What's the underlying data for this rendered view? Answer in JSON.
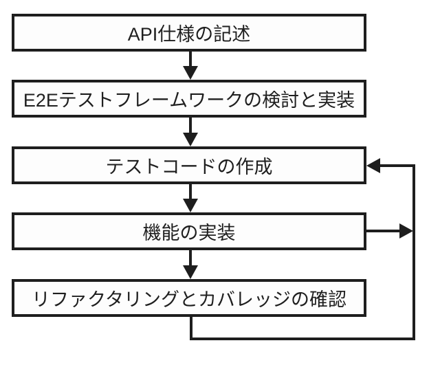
{
  "diagram": {
    "type": "flowchart",
    "direction": "top-down",
    "colors": {
      "stroke": "#1e1e1e",
      "box_fill": "#fdfdfd",
      "background": "#ffffff",
      "text": "#1f1f1f"
    },
    "nodes": [
      {
        "id": "write-api-spec",
        "label": "API仕様の記述"
      },
      {
        "id": "e2e-framework",
        "label": "E2Eテストフレームワークの検討と実装"
      },
      {
        "id": "write-test-code",
        "label": "テストコードの作成"
      },
      {
        "id": "implement-feature",
        "label": "機能の実装"
      },
      {
        "id": "refactor-coverage",
        "label": "リファクタリングとカバレッジの確認"
      }
    ],
    "edges": [
      {
        "from": "write-api-spec",
        "to": "e2e-framework",
        "style": "arrow-down"
      },
      {
        "from": "e2e-framework",
        "to": "write-test-code",
        "style": "arrow-down"
      },
      {
        "from": "write-test-code",
        "to": "implement-feature",
        "style": "arrow-down"
      },
      {
        "from": "implement-feature",
        "to": "refactor-coverage",
        "style": "arrow-down"
      },
      {
        "from": "implement-feature",
        "to": "write-test-code",
        "style": "arrow-right-merge-into-loop"
      },
      {
        "from": "refactor-coverage",
        "to": "write-test-code",
        "style": "loop-down-right-up-left"
      }
    ]
  }
}
